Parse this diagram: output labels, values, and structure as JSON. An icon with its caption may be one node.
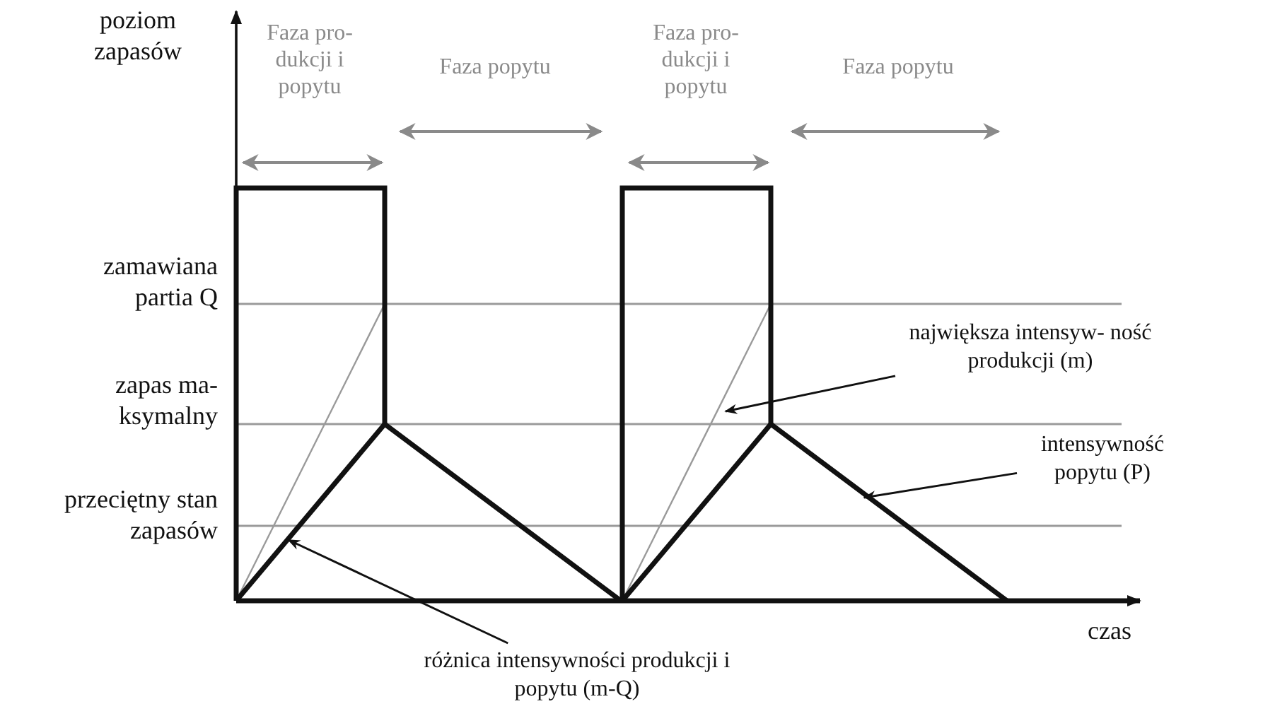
{
  "diagram": {
    "nodes": [
      {
        "text": [
          "największa intensyw- ność produkcji (m)"
        ]
      },
      {
        "text": [
          "intensywność popytu (P)"
        ]
      },
      {
        "text": [
          "różnica intensywności produkcji i popytu (m-Q)"
        ]
      }
    ],
    "edges": [
      {
        "from": 0,
        "to": null,
        "arrow": "to"
      },
      {
        "from": 1,
        "to": null,
        "arrow": "to"
      },
      {
        "from": 2,
        "to": null,
        "arrow": "to"
      }
    ],
    "labels": [
      "poziom zapasów",
      "Faza pro- dukcji i popytu",
      "Faza popytu",
      "Faza pro- dukcji i popytu",
      "Faza popytu",
      "zamawiana partia Q",
      "zapas ma- ksymalny",
      "przeciętny stan zapasów",
      "czas"
    ]
  }
}
